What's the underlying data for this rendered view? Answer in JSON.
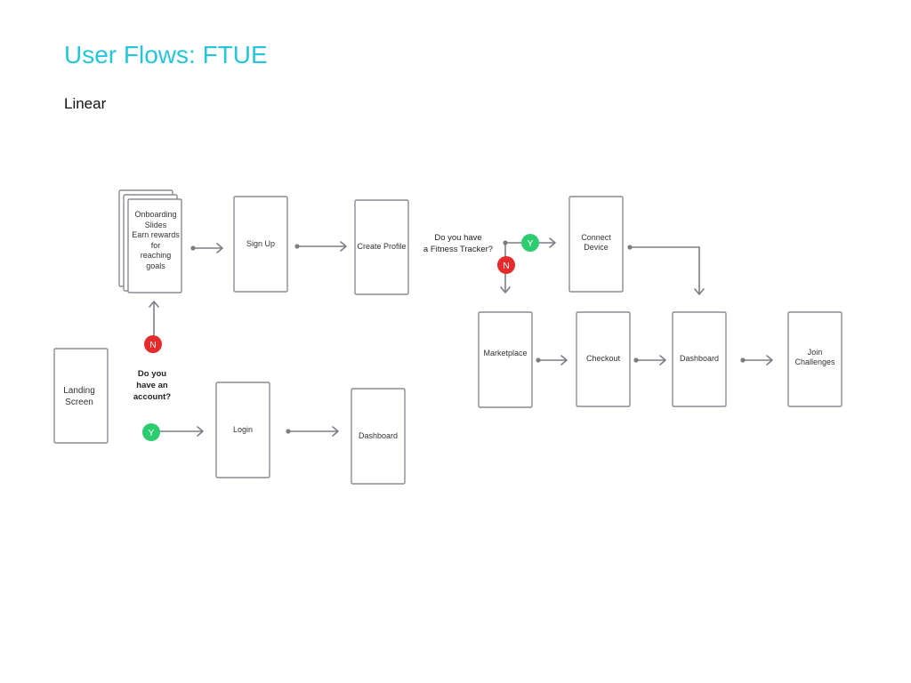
{
  "page": {
    "title": "User Flows: FTUE",
    "section": "Linear"
  },
  "screens": {
    "onboarding": [
      "Onboarding",
      "Slides",
      "Earn rewards",
      "for",
      "reaching",
      "goals"
    ],
    "sign_up": "Sign Up",
    "create_profile": "Create Profile",
    "connect_device": [
      "Connect",
      "Device"
    ],
    "landing": [
      "Landing",
      "Screen"
    ],
    "login": "Login",
    "dashboard_login": "Dashboard",
    "marketplace": "Marketplace",
    "checkout": "Checkout",
    "dashboard_main": "Dashboard",
    "join_challenges": [
      "Join",
      "Challenges"
    ]
  },
  "decisions": {
    "account": [
      "Do you",
      "have an",
      "account?"
    ],
    "tracker": [
      "Do you have",
      "a Fitness Tracker?"
    ]
  },
  "badges": {
    "yes": "Y",
    "no": "N"
  },
  "colors": {
    "title": "#26c6da",
    "yes_badge": "#2ecc71",
    "no_badge": "#e52b2b",
    "connector": "#7d7d86",
    "box_border": "#8a8a94"
  }
}
